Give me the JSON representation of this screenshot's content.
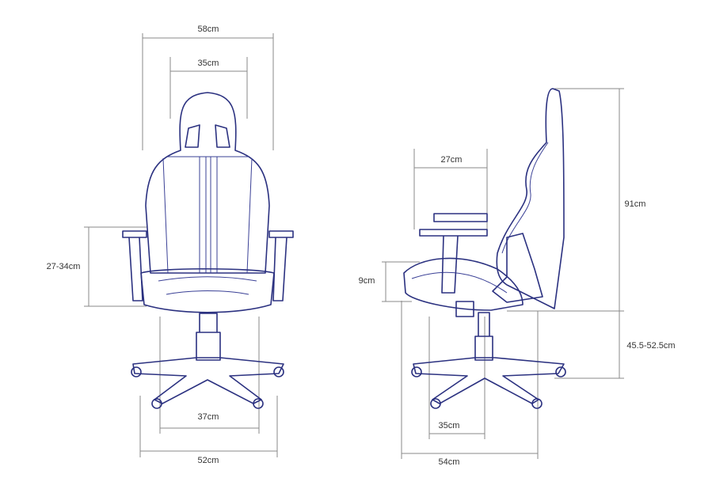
{
  "title": "Gaming chair dimensions",
  "front_view": {
    "overall_width": "58cm",
    "backrest_width": "35cm",
    "armrest_height": "27-34cm",
    "seat_width": "37cm",
    "base_width": "52cm"
  },
  "side_view": {
    "armrest_depth": "27cm",
    "seat_cushion_thickness": "9cm",
    "backrest_height": "91cm",
    "seat_height": "45.5-52.5cm",
    "seat_depth": "35cm",
    "base_depth": "54cm"
  },
  "colors": {
    "outline": "#2b3180",
    "dimension_line": "#8a8a8a"
  }
}
